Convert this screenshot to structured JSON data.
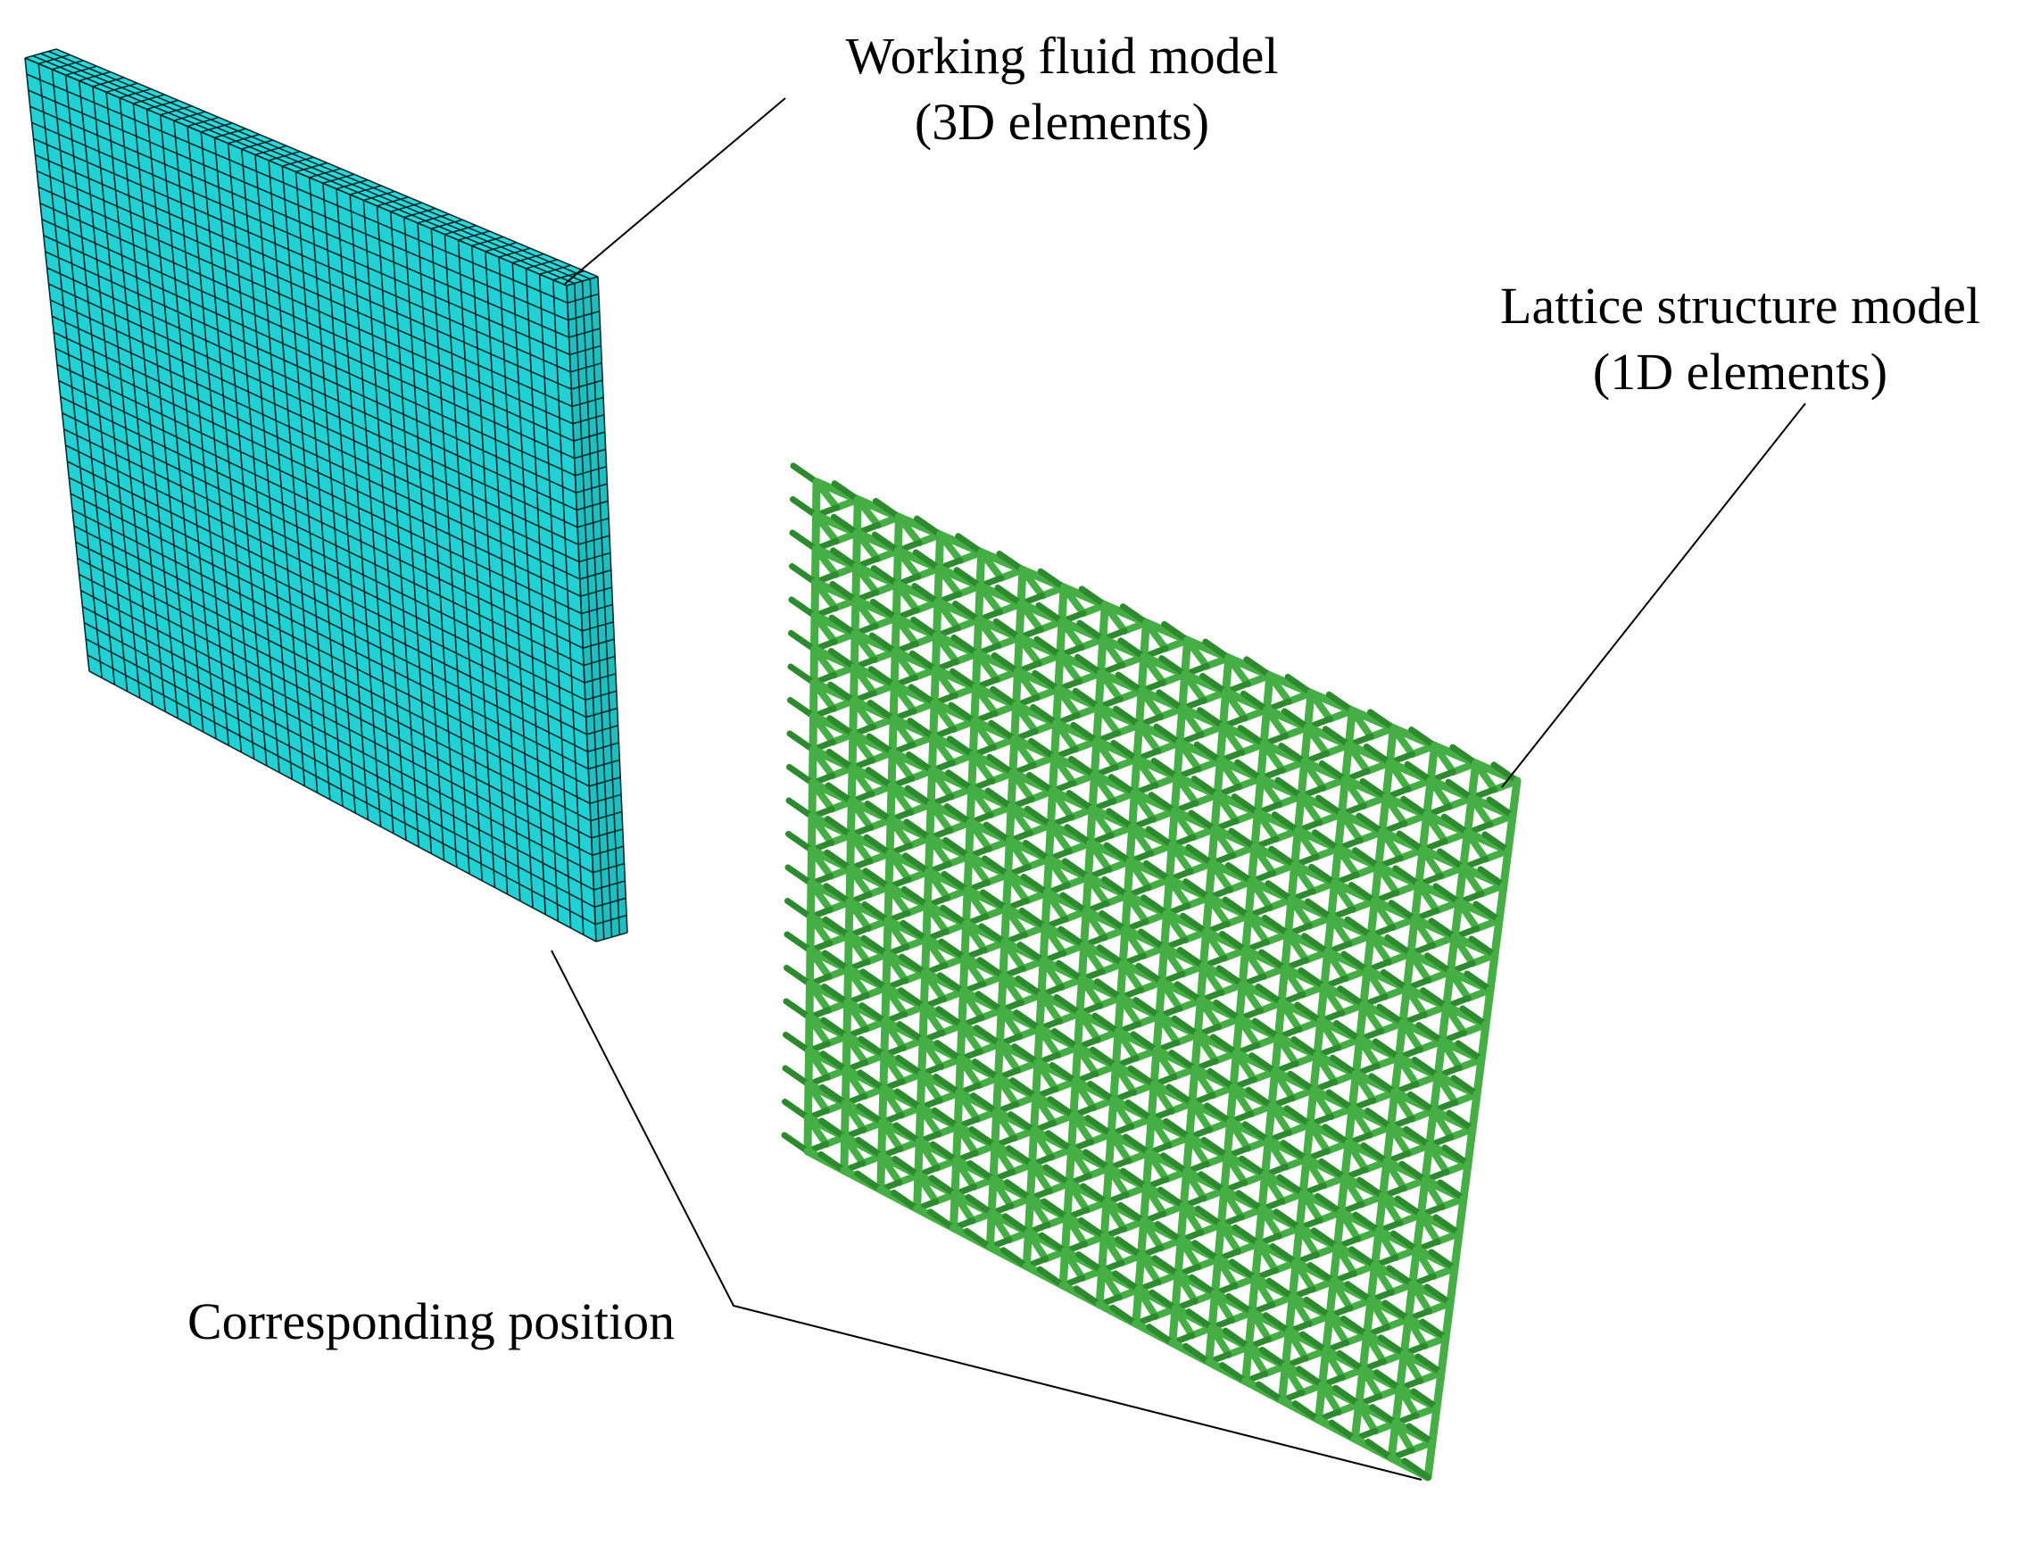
{
  "labels": {
    "fluid_model": {
      "line1": "Working fluid model",
      "line2": "(3D elements)"
    },
    "lattice_model": {
      "line1": "Lattice structure model",
      "line2": "(1D elements)"
    },
    "corresponding_position": "Corresponding position"
  },
  "colors": {
    "fluid_front": "#22d1d3",
    "fluid_side": "#1fbfc1",
    "fluid_top": "#2ad8da",
    "fluid_grid": "#0b2a2b",
    "lattice_strut": "#45ae45",
    "lattice_strut_dark": "#2e8a2e",
    "leader_line": "#000000"
  },
  "mesh": {
    "fluid_divisions_horizontal": 40,
    "fluid_divisions_vertical": 38,
    "fluid_divisions_thickness": 4,
    "lattice_cells_horizontal": 17,
    "lattice_cells_vertical": 20
  }
}
